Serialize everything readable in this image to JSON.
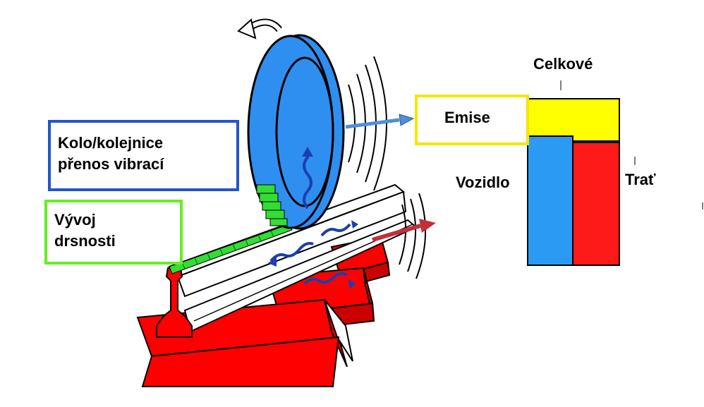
{
  "labels": {
    "wheel_rail_line1": "Kolo/kolejnice",
    "wheel_rail_line2": "přenos vibrací",
    "roughness_line1": "Vývoj",
    "roughness_line2": "drsnosti",
    "emission": "Emise",
    "total": "Celkové",
    "vehicle": "Vozidlo",
    "track": "Trať"
  },
  "colors": {
    "wheel": "#2f8ff0",
    "sleeper": "#ff0000",
    "roughness": "#33dd33",
    "box_blue": "#2255cc",
    "box_green": "#66ee22",
    "box_yellow": "#f5e600",
    "chart_yellow": "#ffff00",
    "chart_blue": "#2b9af3",
    "chart_red": "#ff1a1a",
    "arrow_blue": "#4f8fd6",
    "arrow_red": "#c0303a",
    "wave_blue": "#1a3fb0"
  },
  "icons": [
    "rotation-arrow-icon",
    "sound-wave-icon",
    "vibration-wave-icon"
  ]
}
